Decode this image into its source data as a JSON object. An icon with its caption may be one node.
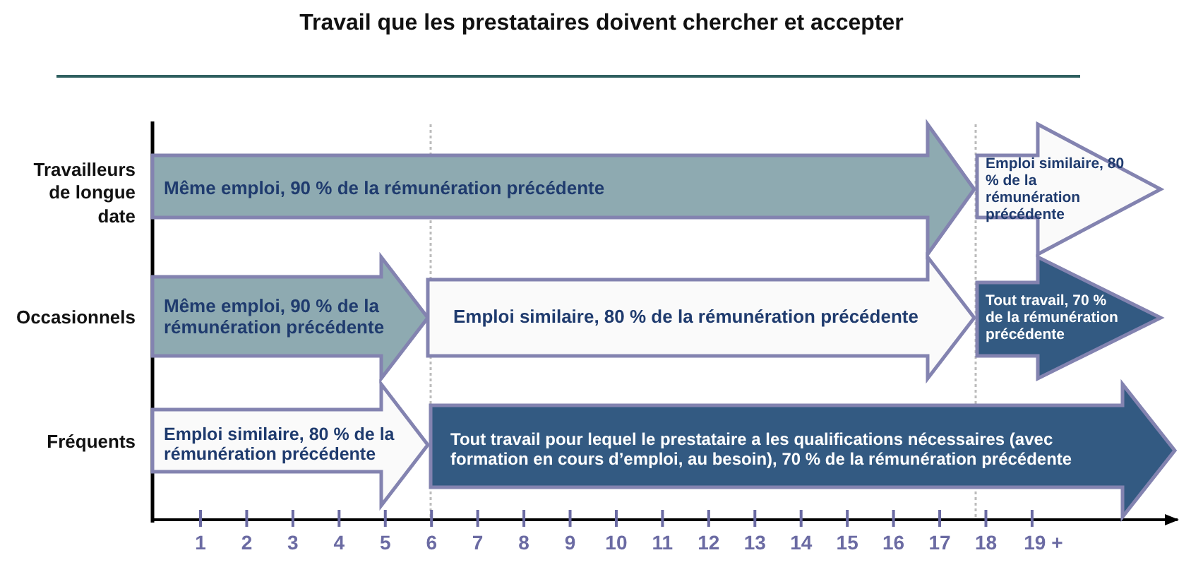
{
  "diagram": {
    "title": "Travail que les prestataires doivent chercher et accepter",
    "nodes": [
      {
        "text": [
          "Même emploi, 90 % de la rémunération précédente"
        ]
      },
      {
        "text": [
          "Emploi similaire, 80 % de la rémunération précédente"
        ]
      },
      {
        "text": [
          "Même emploi, 90 % de la rémunération précédente"
        ]
      },
      {
        "text": [
          "Emploi similaire, 80 % de la rémunération précédente"
        ]
      },
      {
        "text": [
          "Tout travail, 70 % de la rémunération précédente"
        ]
      },
      {
        "text": [
          "Emploi similaire, 80 % de la rémunération précédente"
        ]
      },
      {
        "text": [
          "Tout travail pour lequel le prestataire a les qualifications nécessaires (avec formation en cours d’emploi, au besoin), 70 % de la rémunération précédente"
        ]
      }
    ],
    "labels": [
      "Travailleurs de longue date",
      "Occasionnels",
      "Fréquents",
      "1",
      "2",
      "3",
      "4",
      "5",
      "6",
      "7",
      "8",
      "9",
      "10",
      "11",
      "12",
      "13",
      "14",
      "15",
      "16",
      "17",
      "18",
      "19 +"
    ]
  }
}
